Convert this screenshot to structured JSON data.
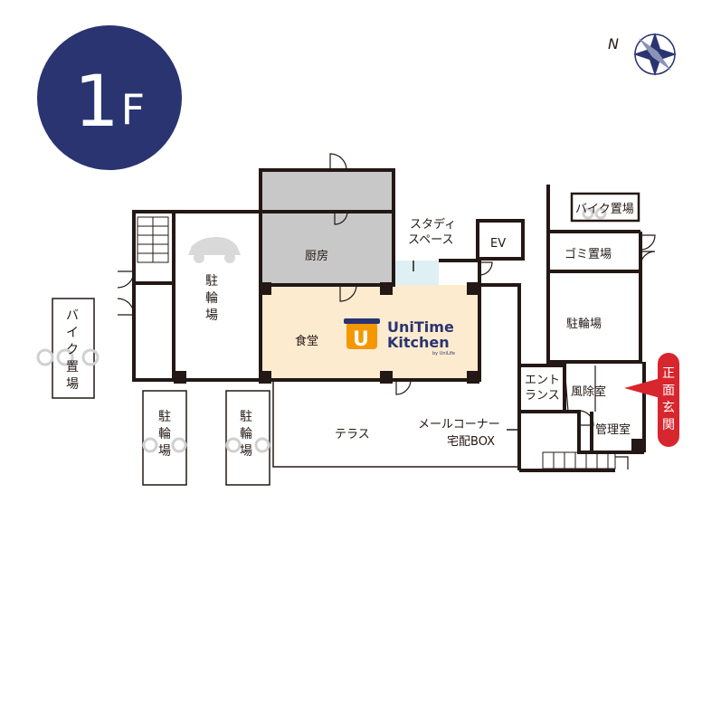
{
  "floor": {
    "number": "1",
    "suffix": "F"
  },
  "compass": {
    "north_label": "N"
  },
  "logo": {
    "top": "UniTime",
    "bottom": "Kitchen",
    "by": "by UniLife",
    "mark": "U"
  },
  "rooms": {
    "kitchen": "厨房",
    "dining": "食堂",
    "study_line1": "スタディ",
    "study_line2": "スペース",
    "ev": "EV",
    "terrace": "テラス",
    "mail_line1": "メールコーナー",
    "mail_line2": "宅配BOX",
    "entrance_hall_line1": "エント",
    "entrance_hall_line2": "ランス",
    "windbreak": "風除室",
    "office": "管理室",
    "garbage": "ゴミ置場",
    "bike_top": "バイク置場",
    "bicycle_right": "駐輪場",
    "bicycle_left_vertical": [
      "駐",
      "輪",
      "場"
    ],
    "bike_left_vertical": [
      "バ",
      "イ",
      "ク",
      "置",
      "場"
    ],
    "bicycle_bottom1_vertical": [
      "駐",
      "輪",
      "場"
    ],
    "bicycle_bottom2_vertical": [
      "駐",
      "輪",
      "場"
    ]
  },
  "main_entrance_vertical": [
    "正",
    "面",
    "玄",
    "関"
  ],
  "colors": {
    "badge": "#2a3470",
    "kitchen_fill": "#c8c8c8",
    "dining_fill": "#fdebd0",
    "study_fill": "#def0f3",
    "entrance_red": "#d7262e",
    "wall": "#231815",
    "logo_orange": "#f39800",
    "logo_navy": "#2a3470"
  }
}
